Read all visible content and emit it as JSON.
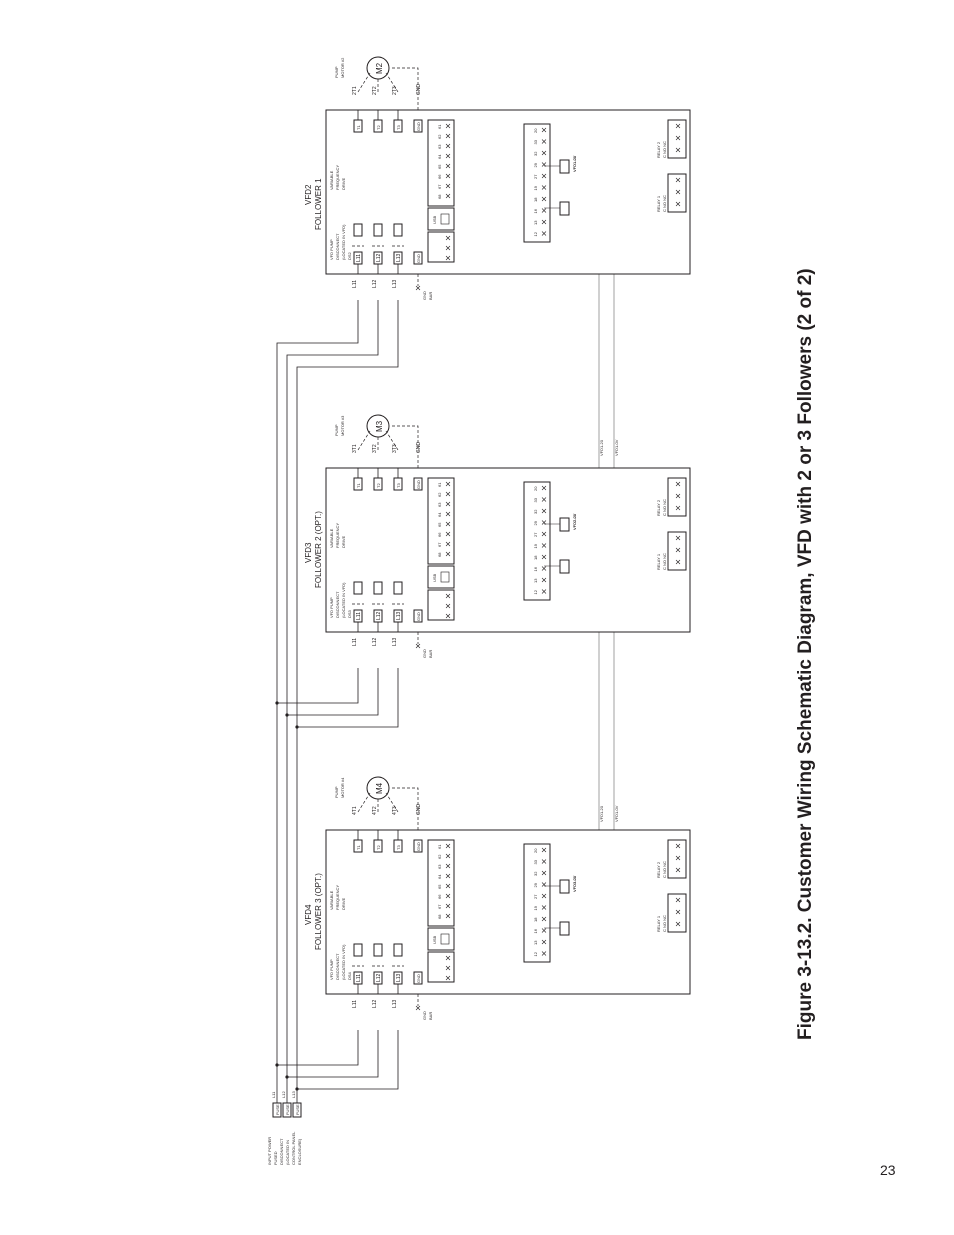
{
  "figure": {
    "caption": "Figure 3-13.2.  Customer Wiring Schematic Diagram, VFD with 2 or 3 Followers (2 of 2)",
    "page_number": "23"
  },
  "input_power": {
    "label_lines": [
      "INPUT POWER",
      "FUSED",
      "DISCONNECT",
      "(LOCATED IN",
      "CONTROL PANEL",
      "ENCLOSURE)"
    ],
    "fuse_label": "FUSE",
    "lines": [
      "L11",
      "L12",
      "L13"
    ]
  },
  "drives": [
    {
      "id": "VFD2",
      "role": "FOLLOWER 1",
      "motor": "M2",
      "motor_label": [
        "PUMP",
        "MOTOR #2"
      ],
      "out_labels": [
        "2T1",
        "2T2",
        "2T3"
      ],
      "in_labels": [
        "L11",
        "L12",
        "L13"
      ],
      "disconnect_lines": [
        "VFD PUMP",
        "DISCONNECT",
        "(LOCATED IN VFD)",
        "DS2"
      ],
      "relay_labels": [
        "VFD1-20",
        "VFD1-0V"
      ],
      "wire_labels": [
        "VFD1-20",
        "VFD1-0V"
      ]
    },
    {
      "id": "VFD3",
      "role": "FOLLOWER 2 (OPT.)",
      "motor": "M3",
      "motor_label": [
        "PUMP",
        "MOTOR #3"
      ],
      "out_labels": [
        "3T1",
        "3T2",
        "3T3"
      ],
      "in_labels": [
        "L11",
        "L12",
        "L13"
      ],
      "disconnect_lines": [
        "VFD PUMP",
        "DISCONNECT",
        "(LOCATED IN VFD)",
        "DS3"
      ],
      "relay_labels": [
        "VFD2-20",
        "VFD2-0V"
      ],
      "wire_labels": [
        "VFD1-20",
        "VFD1-0V"
      ]
    },
    {
      "id": "VFD4",
      "role": "FOLLOWER 3 (OPT.)",
      "motor": "M4",
      "motor_label": [
        "PUMP",
        "MOTOR #4"
      ],
      "out_labels": [
        "4T1",
        "4T2",
        "4T3"
      ],
      "in_labels": [
        "L11",
        "L12",
        "L13"
      ],
      "disconnect_lines": [
        "VFD PUMP",
        "DISCONNECT",
        "(LOCATED IN VFD)",
        "DS4"
      ],
      "relay_labels": [
        "VFD3-20",
        "VFD3-0V"
      ],
      "wire_labels": []
    }
  ],
  "common": {
    "drive_name": [
      "VARIABLE",
      "FREQUENCY",
      "DRIVE"
    ],
    "gnd": "GND",
    "gnd_bar": [
      "GND",
      "BAR"
    ],
    "usb": "USB",
    "t_labels": [
      "T1",
      "T2",
      "T3"
    ],
    "upper_terminals": [
      "61",
      "62",
      "63",
      "64",
      "65",
      "66",
      "67",
      "68"
    ],
    "lower_terminals": [
      "12",
      "13",
      "16",
      "18",
      "19",
      "27",
      "29",
      "32",
      "33",
      "20"
    ],
    "relay1": [
      "RELAY 1",
      "C",
      "NO",
      "NC"
    ],
    "relay2": [
      "RELAY 2",
      "C",
      "NO",
      "NC"
    ]
  }
}
